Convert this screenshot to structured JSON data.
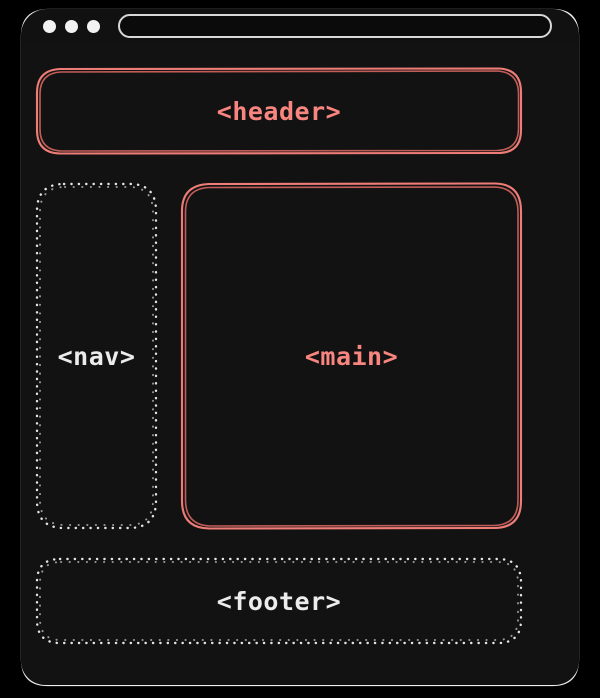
{
  "window": {
    "traffic_lights": [
      {
        "name": "close-dot",
        "color": "#f2f2f2"
      },
      {
        "name": "minimize-dot",
        "color": "#f2f2f2"
      },
      {
        "name": "maximize-dot",
        "color": "#f2f2f2"
      }
    ],
    "address_bar": {
      "value": "",
      "placeholder": ""
    }
  },
  "theme": {
    "page_background": "#000000",
    "window_background": "#121212",
    "frame_stroke": "#f0f0f0",
    "accent": "#f8857f",
    "muted": "#ececec"
  },
  "layout": {
    "header": {
      "label": "<header>",
      "border_style": "solid-sketch",
      "color": "#f8857f"
    },
    "nav": {
      "label": "<nav>",
      "border_style": "dotted-sketch",
      "color": "#ececec"
    },
    "main": {
      "label": "<main>",
      "border_style": "solid-sketch",
      "color": "#f8857f"
    },
    "footer": {
      "label": "<footer>",
      "border_style": "dotted-sketch",
      "color": "#ececec"
    }
  }
}
